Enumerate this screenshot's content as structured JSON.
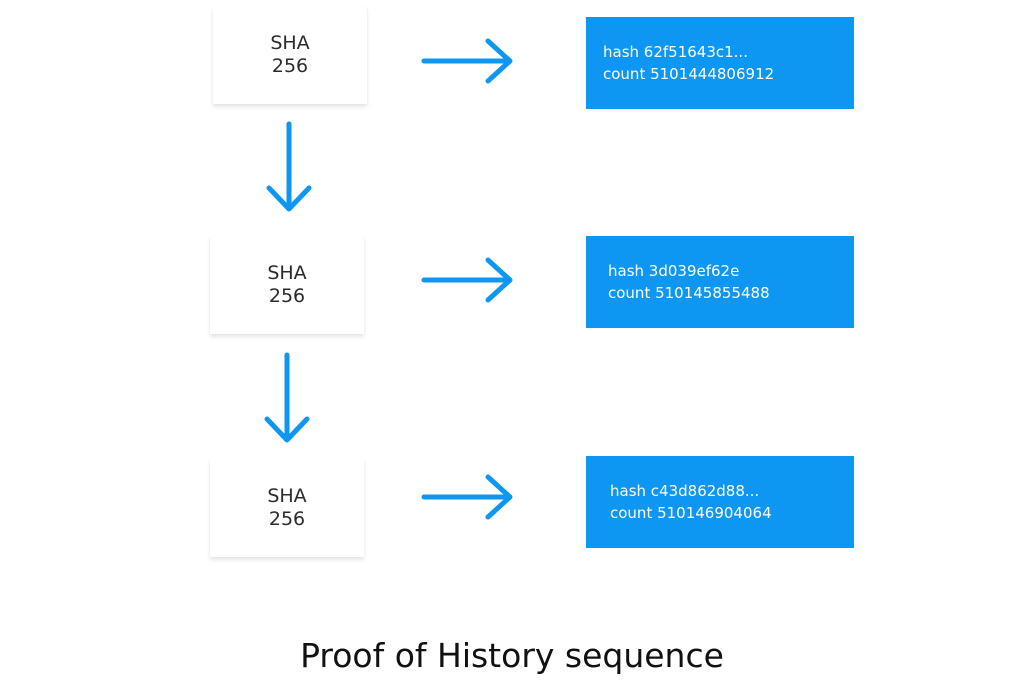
{
  "colors": {
    "accent": "#0d96f2",
    "box_text": "#2b2b2b",
    "caption_text": "#111111"
  },
  "steps": [
    {
      "sha_line1": "SHA",
      "sha_line2": "256",
      "hash_label": "hash 62f51643c1...",
      "count_label": "count 5101444806912"
    },
    {
      "sha_line1": "SHA",
      "sha_line2": "256",
      "hash_label": "hash 3d039ef62e",
      "count_label": "count 510145855488"
    },
    {
      "sha_line1": "SHA",
      "sha_line2": "256",
      "hash_label": "hash c43d862d88...",
      "count_label": "count 510146904064"
    }
  ],
  "caption": "Proof of History sequence"
}
